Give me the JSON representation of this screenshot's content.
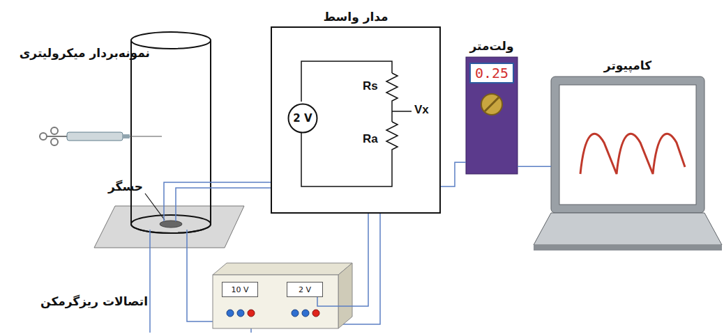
{
  "diagram": {
    "nodes": [
      {
        "text": [
          "مدار واسط"
        ]
      },
      {
        "text": [
          "2 V"
        ],
        "in": 0
      },
      {
        "text": [
          "ولت‌متر",
          "0.25"
        ]
      },
      {
        "text": [
          "کامپیوتر"
        ]
      },
      {
        "text": [
          "10 V"
        ]
      },
      {
        "text": [
          "2 V"
        ]
      }
    ],
    "edges": [
      {
        "from": 0,
        "to": 2,
        "arrow": "none"
      },
      {
        "from": 2,
        "to": 3,
        "arrow": "none"
      },
      {
        "from": 5,
        "to": 0,
        "arrow": "none"
      }
    ],
    "labels": [
      "Rs",
      "Vx",
      "Ra",
      "حسگر",
      "نمونه‌بردار میکرولیتری",
      "اتصالات ریزگرمکن"
    ]
  }
}
